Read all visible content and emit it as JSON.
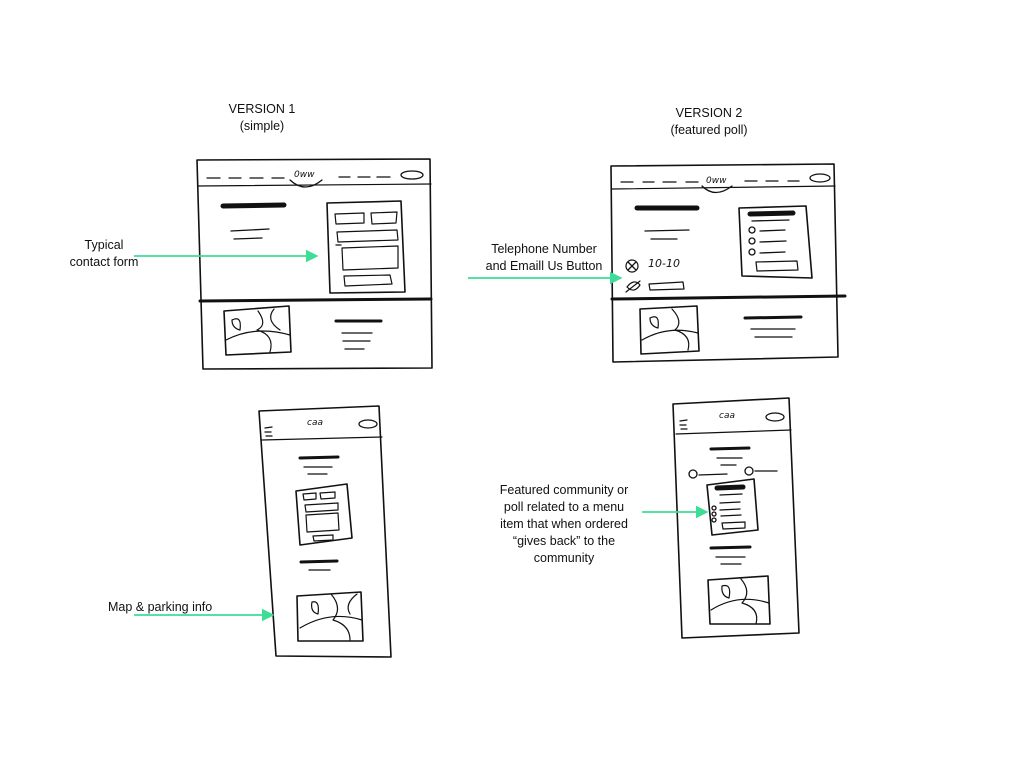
{
  "headings": {
    "version1": "VERSION 1\n(simple)",
    "version2": "VERSION 2\n(featured poll)"
  },
  "annotations": {
    "contact_form": "Typical\ncontact form",
    "phone_email": "Telephone Number\nand Emaill Us Button",
    "featured_poll": "Featured community or\npoll related to a menu\nitem that when ordered\n“gives back” to the\ncommunity",
    "map_parking": "Map & parking info"
  },
  "sketch_text": {
    "desktop_logo": "0ww",
    "mobile_logo": "c​aa",
    "phone_number": "10-10"
  },
  "colors": {
    "arrow": "#3ddc97",
    "ink": "#111111"
  }
}
